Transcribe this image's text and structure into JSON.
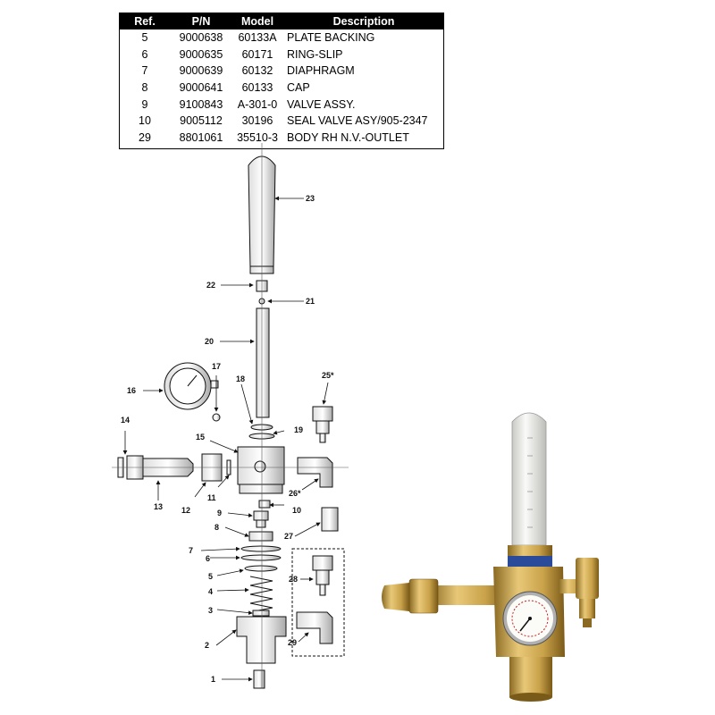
{
  "table": {
    "headers": [
      "Ref.",
      "P/N",
      "Model",
      "Description"
    ],
    "rows": [
      {
        "ref": "5",
        "pn": "9000638",
        "model": "60133A",
        "desc": "PLATE BACKING"
      },
      {
        "ref": "6",
        "pn": "9000635",
        "model": "60171",
        "desc": "RING-SLIP"
      },
      {
        "ref": "7",
        "pn": "9000639",
        "model": "60132",
        "desc": "DIAPHRAGM"
      },
      {
        "ref": "8",
        "pn": "9000641",
        "model": "60133",
        "desc": "CAP"
      },
      {
        "ref": "9",
        "pn": "9100843",
        "model": "A-301-0",
        "desc": "VALVE ASSY."
      },
      {
        "ref": "10",
        "pn": "9005112",
        "model": "30196",
        "desc": "SEAL VALVE ASY/905-2347"
      },
      {
        "ref": "29",
        "pn": "8801061",
        "model": "35510-3",
        "desc": "BODY RH N.V.-OUTLET"
      }
    ]
  },
  "callouts": {
    "c1": "1",
    "c2": "2",
    "c3": "3",
    "c4": "4",
    "c5": "5",
    "c6": "6",
    "c7": "7",
    "c8": "8",
    "c9": "9",
    "c10": "10",
    "c11": "11",
    "c12": "12",
    "c13": "13",
    "c14": "14",
    "c15": "15",
    "c16": "16",
    "c17": "17",
    "c18": "18",
    "c19": "19",
    "c20": "20",
    "c21": "21",
    "c22": "22",
    "c23": "23",
    "c25": "25*",
    "c26": "26*",
    "c27": "27",
    "c28": "28",
    "c29": "29"
  },
  "photo": {
    "colors": {
      "brass": "#c9a24a",
      "brass_dark": "#8a6a22",
      "tube": "#e8e8e4",
      "label_blue": "#2a4a9a",
      "gauge_red": "#c22222"
    }
  }
}
